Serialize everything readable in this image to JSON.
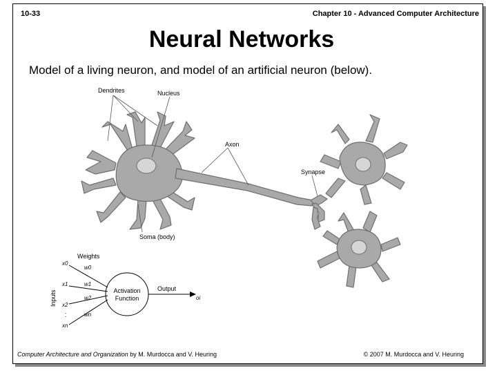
{
  "header": {
    "slide_number": "10-33",
    "chapter": "Chapter 10 - Advanced Computer Architecture"
  },
  "title": "Neural Networks",
  "subtitle": "Model of a living neuron, and model of an artificial neuron (below).",
  "neuron_labels": {
    "dendrites": "Dendrites",
    "nucleus": "Nucleus",
    "axon": "Axon",
    "synapse": "Synapse",
    "soma": "Soma (body)"
  },
  "artificial_neuron": {
    "weights_label": "Weights",
    "inputs_label": "Inputs",
    "activation_line1": "Activation",
    "activation_line2": "Function",
    "output_label": "Output",
    "inputs": [
      "x0",
      "x1",
      "x2",
      "xn"
    ],
    "weights": [
      "w0",
      "w1",
      "w2",
      "wn"
    ],
    "output": "oi"
  },
  "footer": {
    "book_title": "Computer Architecture and Organization",
    "book_authors": " by M. Murdocca and V. Heuring",
    "copyright": "© 2007 M. Murdocca and V. Heuring"
  },
  "colors": {
    "neuron_fill": "#a9a9a9",
    "neuron_stroke": "#6f6f6f",
    "nucleus_fill": "#d6d6d6"
  }
}
